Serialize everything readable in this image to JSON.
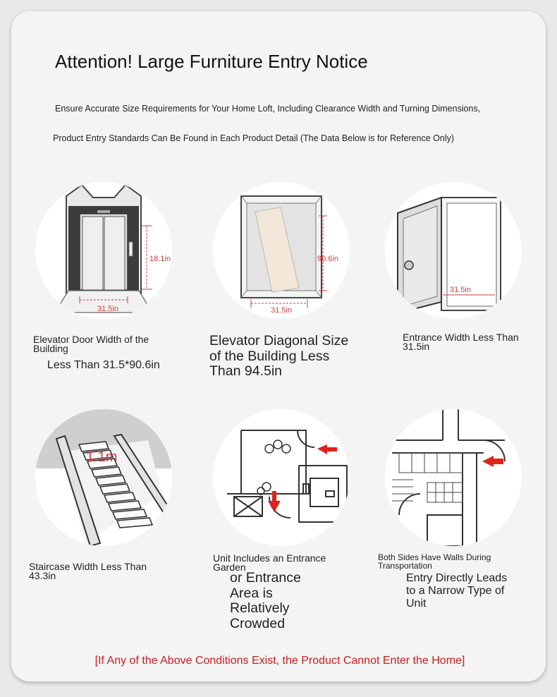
{
  "header": {
    "title": "Attention! Large Furniture Entry Notice",
    "subtitle_1": "Ensure Accurate Size Requirements for Your Home Loft, Including Clearance Width and Turning Dimensions,",
    "subtitle_2": "Product Entry Standards Can Be Found in Each Product Detail (The Data Below is for Reference Only)"
  },
  "items": [
    {
      "dims": [
        "31.5in",
        "18.1in"
      ],
      "label_1": "Elevator Door Width of the Building",
      "label_2": "Less Than 31.5*90.6in"
    },
    {
      "dims": [
        "31.5in",
        "90.6in"
      ],
      "label_1": "Elevator Diagonal Size of the Building Less Than 94.5in"
    },
    {
      "dims": [
        "31.5in"
      ],
      "label_1": "Entrance Width Less Than 31.5in"
    },
    {
      "dims": [
        "1.1m"
      ],
      "label_1": "Staircase Width Less Than 43.3in"
    },
    {
      "label_1": "Unit Includes an Entrance Garden",
      "label_2": "or Entrance Area is Relatively Crowded"
    },
    {
      "label_1": "Both Sides Have Walls During Transportation",
      "label_2": "Entry Directly Leads to a Narrow Type of Unit"
    }
  ],
  "footer": {
    "warning": "[If Any of the Above Conditions Exist, the Product Cannot Enter the Home]"
  },
  "colors": {
    "accent": "#c81e1e",
    "dimension": "#d23c3c",
    "background": "#f4f4f4"
  }
}
